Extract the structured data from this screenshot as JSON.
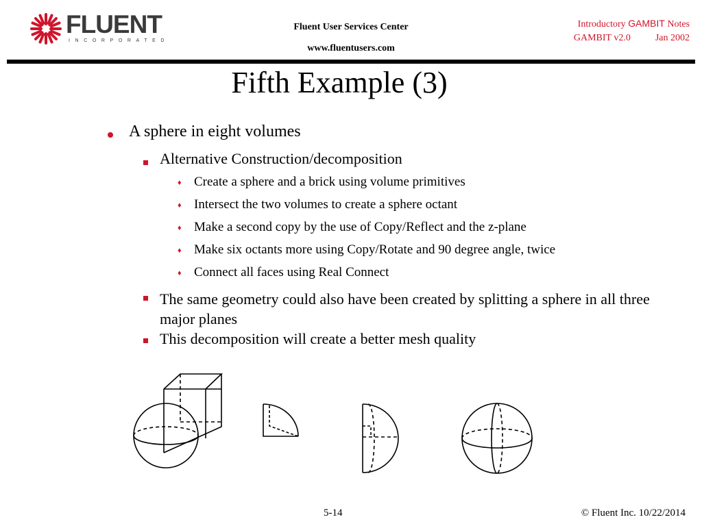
{
  "header": {
    "logo_word": "FLUENT",
    "logo_sub": "INCORPORATED",
    "center_line1": "Fluent User Services Center",
    "center_line2": "www.fluentusers.com",
    "right_intro": "Introductory",
    "right_product": "GAMBIT",
    "right_notes": "Notes",
    "right_version": "GAMBIT v2.0",
    "right_date": "Jan 2002"
  },
  "slide": {
    "title": "Fifth Example (3)",
    "bullet1": "A sphere in eight volumes",
    "sub1": "Alternative Construction/decomposition",
    "steps": [
      "Create a sphere and a brick using volume primitives",
      "Intersect the two volumes to create a sphere octant",
      "Make a second copy by the use of Copy/Reflect and the z-plane",
      "Make six octants more using Copy/Rotate and 90 degree angle, twice",
      "Connect all faces using Real Connect"
    ],
    "sub2": "The same geometry could also have been created by splitting a sphere in all three major planes",
    "sub3": "This decomposition will create a better mesh quality"
  },
  "footer": {
    "page": "5-14",
    "copyright": "© Fluent Inc. 10/22/2014"
  },
  "colors": {
    "accent": "#d0142c",
    "logo_text": "#3a3a3a"
  },
  "icons": {
    "logo": "starburst-logo-icon",
    "level1": "round-bullet-icon",
    "level2": "square-bullet-icon",
    "level3": "diamond-bullet-icon"
  }
}
